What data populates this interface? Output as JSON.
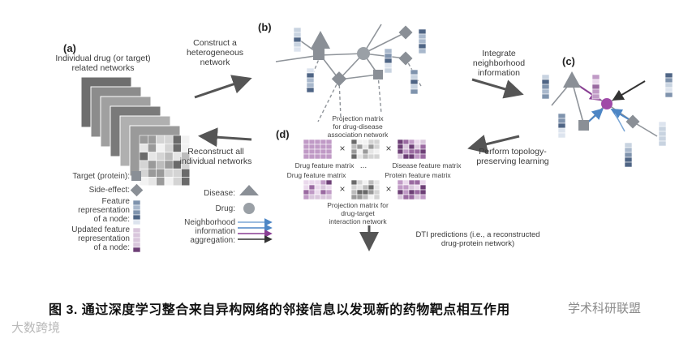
{
  "panels": {
    "a": "(a)",
    "b": "(b)",
    "c": "(c)",
    "d": "(d)"
  },
  "labels": {
    "a_desc": "Individual drug (or target)\nrelated networks",
    "construct": "Construct a\nheterogeneous\nnetwork",
    "integrate": "Integrate\nneighborhood\ninformation",
    "reconstruct": "Reconstruct all\nindividual networks",
    "topology": "Perform topology-\npreserving learning",
    "proj_disease": "Projection matrix\nfor drug-disease\nassociation network",
    "drug_feat_1": "Drug feature matrix",
    "disease_feat": "Disease feature matrix",
    "drug_feat_2": "Drug feature matrix",
    "protein_feat": "Protein feature matrix",
    "proj_target": "Projection matrix for\ndrug-target\ninteraction network",
    "dti": "DTI predictions (i.e., a reconstructed\ndrug-protein network)",
    "times": "×",
    "ellipsis": "..."
  },
  "legend": {
    "target": "Target (protein):",
    "side_effect": "Side-effect:",
    "feature_rep": "Feature\nrepresentation\nof a node:",
    "updated_feature": "Updated feature\nrepresentation\nof a node:",
    "disease": "Disease:",
    "drug": "Drug:",
    "neighborhood": "Neighborhood\ninformation\naggregation:"
  },
  "caption": "图 3.   通过深度学习整合来自异构网络的邻接信息以发现新的药物靶点相互作用",
  "watermark": {
    "left": "大数跨境",
    "right": "学术科研联盟"
  },
  "colors": {
    "node": "#8a8f96",
    "drug": "#9aa0a6",
    "edge": "#8f949a",
    "highlight": "#8a3f94",
    "arrow": "#555555",
    "blue": "#4d86c5"
  }
}
